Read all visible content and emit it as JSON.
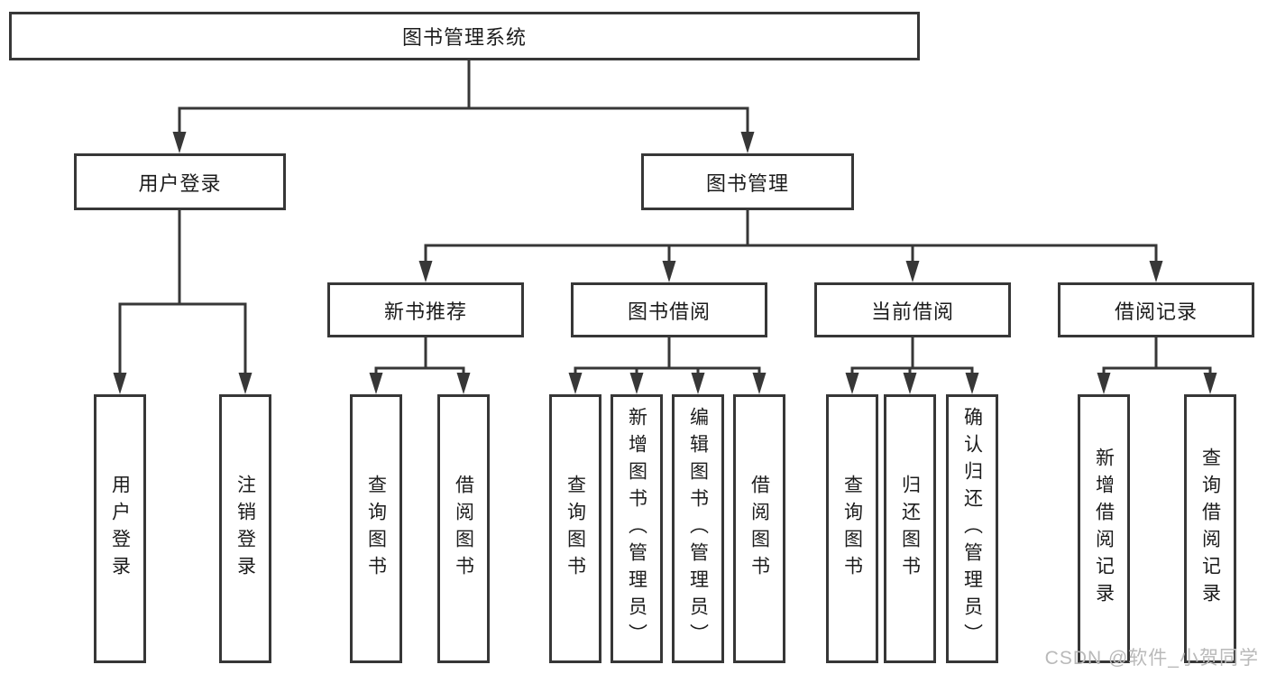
{
  "colors": {
    "line": "#373737",
    "text": "#1c1c1c",
    "watermark": "#b9b9b9"
  },
  "root": {
    "label": "图书管理系统"
  },
  "level2": {
    "user_login": {
      "label": "用户登录"
    },
    "book_management": {
      "label": "图书管理"
    }
  },
  "level3": {
    "new_book_recommend": {
      "label": "新书推荐"
    },
    "book_borrow": {
      "label": "图书借阅"
    },
    "current_borrow": {
      "label": "当前借阅"
    },
    "borrow_record": {
      "label": "借阅记录"
    }
  },
  "leaves": {
    "user_login": {
      "login": "用户登录",
      "logout": "注销登录"
    },
    "new_book_recommend": {
      "query": "查询图书",
      "borrow": "借阅图书"
    },
    "book_borrow": {
      "query": "查询图书",
      "add": "新增图书（管理员）",
      "edit": "编辑图书（管理员）",
      "borrow": "借阅图书"
    },
    "current_borrow": {
      "query": "查询图书",
      "return": "归还图书",
      "confirm": "确认归还（管理员）"
    },
    "borrow_record": {
      "add": "新增借阅记录",
      "query": "查询借阅记录"
    }
  },
  "watermark": "CSDN @软件_小贺同学"
}
